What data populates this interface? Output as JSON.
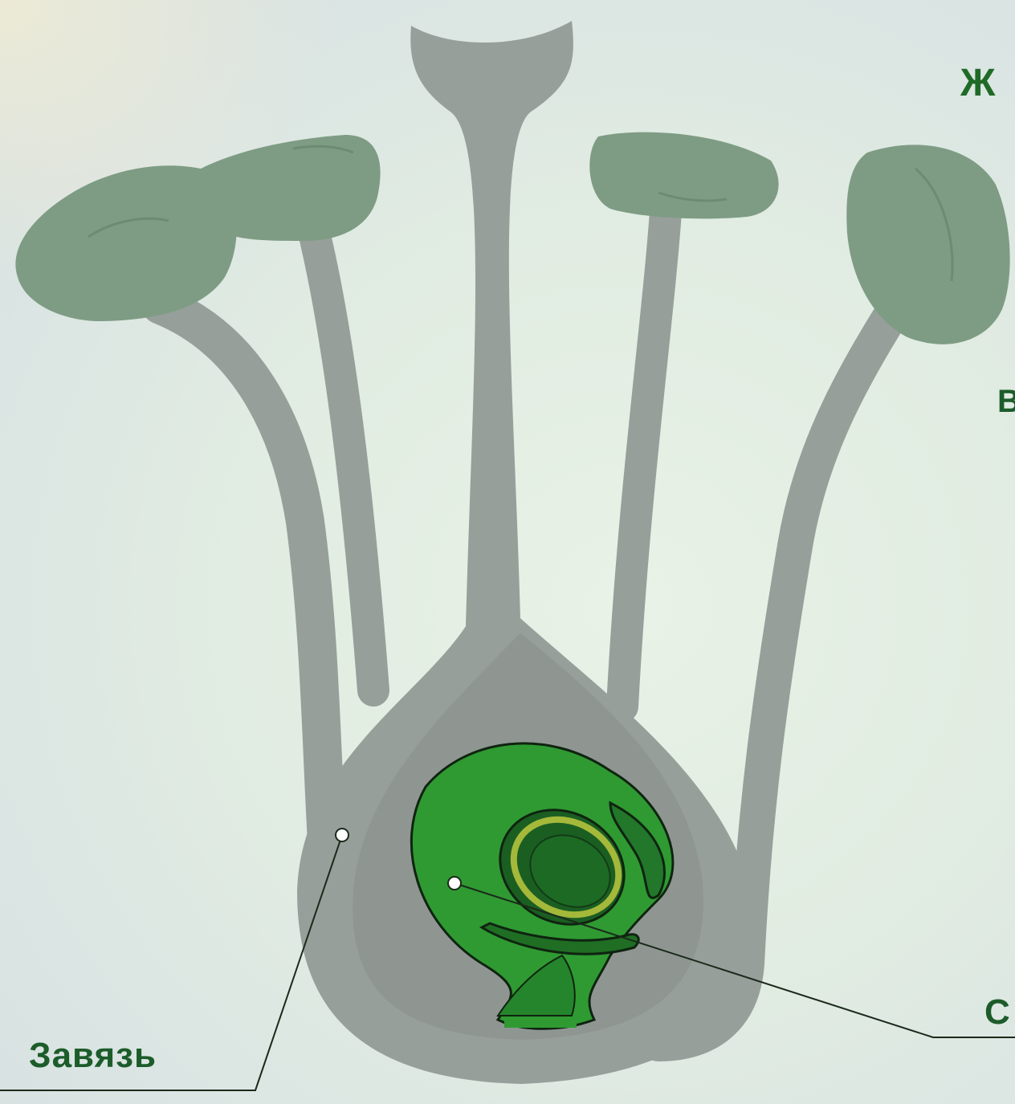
{
  "labels": {
    "title": "Ж",
    "middle": "В",
    "ovule": "С",
    "ovary": "Завязь"
  },
  "colors": {
    "plant_gray": "#979f9b",
    "ovary_inner": "#8f9692",
    "ovule_green": "#2f9a32",
    "anther_green": "#7e9c84",
    "label_text": "#1c5c2a"
  }
}
